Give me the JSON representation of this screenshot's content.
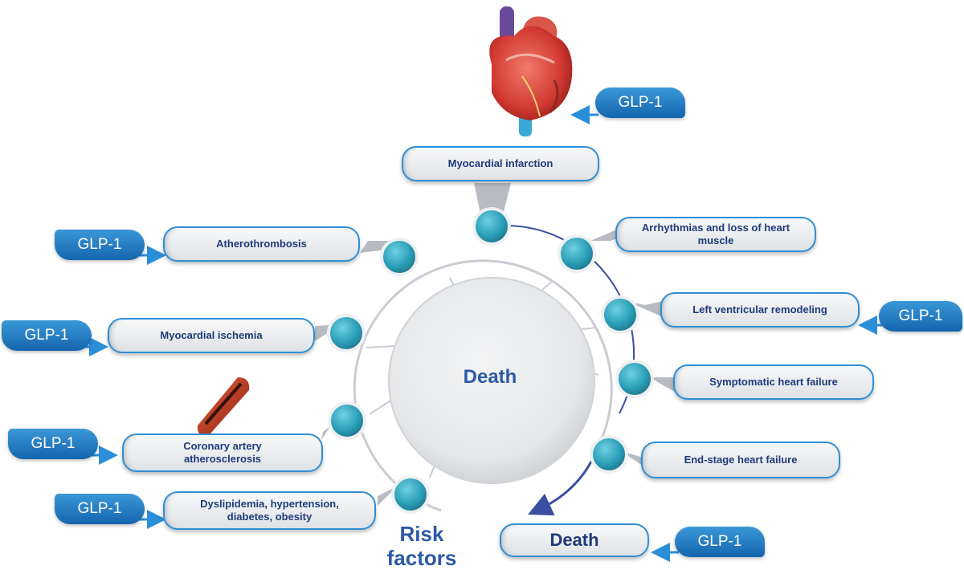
{
  "center": {
    "label": "Death"
  },
  "risk_label": "Risk\nfactors",
  "stages": {
    "myocardial_infarction": "Myocardial infarction",
    "atherothrombosis": "Atherothrombosis",
    "arrhythmias": "Arrhythmias and loss of heart muscle",
    "lv_remodeling": "Left ventricular remodeling",
    "myocardial_ischemia": "Myocardial ischemia",
    "symptomatic_hf": "Symptomatic heart failure",
    "coronary_atherosclerosis": "Coronary artery\natherosclerosis",
    "end_stage_hf": "End-stage heart failure",
    "risk_factors": "Dyslipidemia, hypertension,\ndiabetes, obesity",
    "death": "Death"
  },
  "badge_label": "GLP-1",
  "colors": {
    "badge": "#1a6fb8",
    "node": "#2a9fb8",
    "box_border": "#2e8fd6",
    "text": "#1f3a7a",
    "arrow": "#3a4fa0"
  },
  "icons": [
    "heart-illustration",
    "artery-illustration"
  ]
}
